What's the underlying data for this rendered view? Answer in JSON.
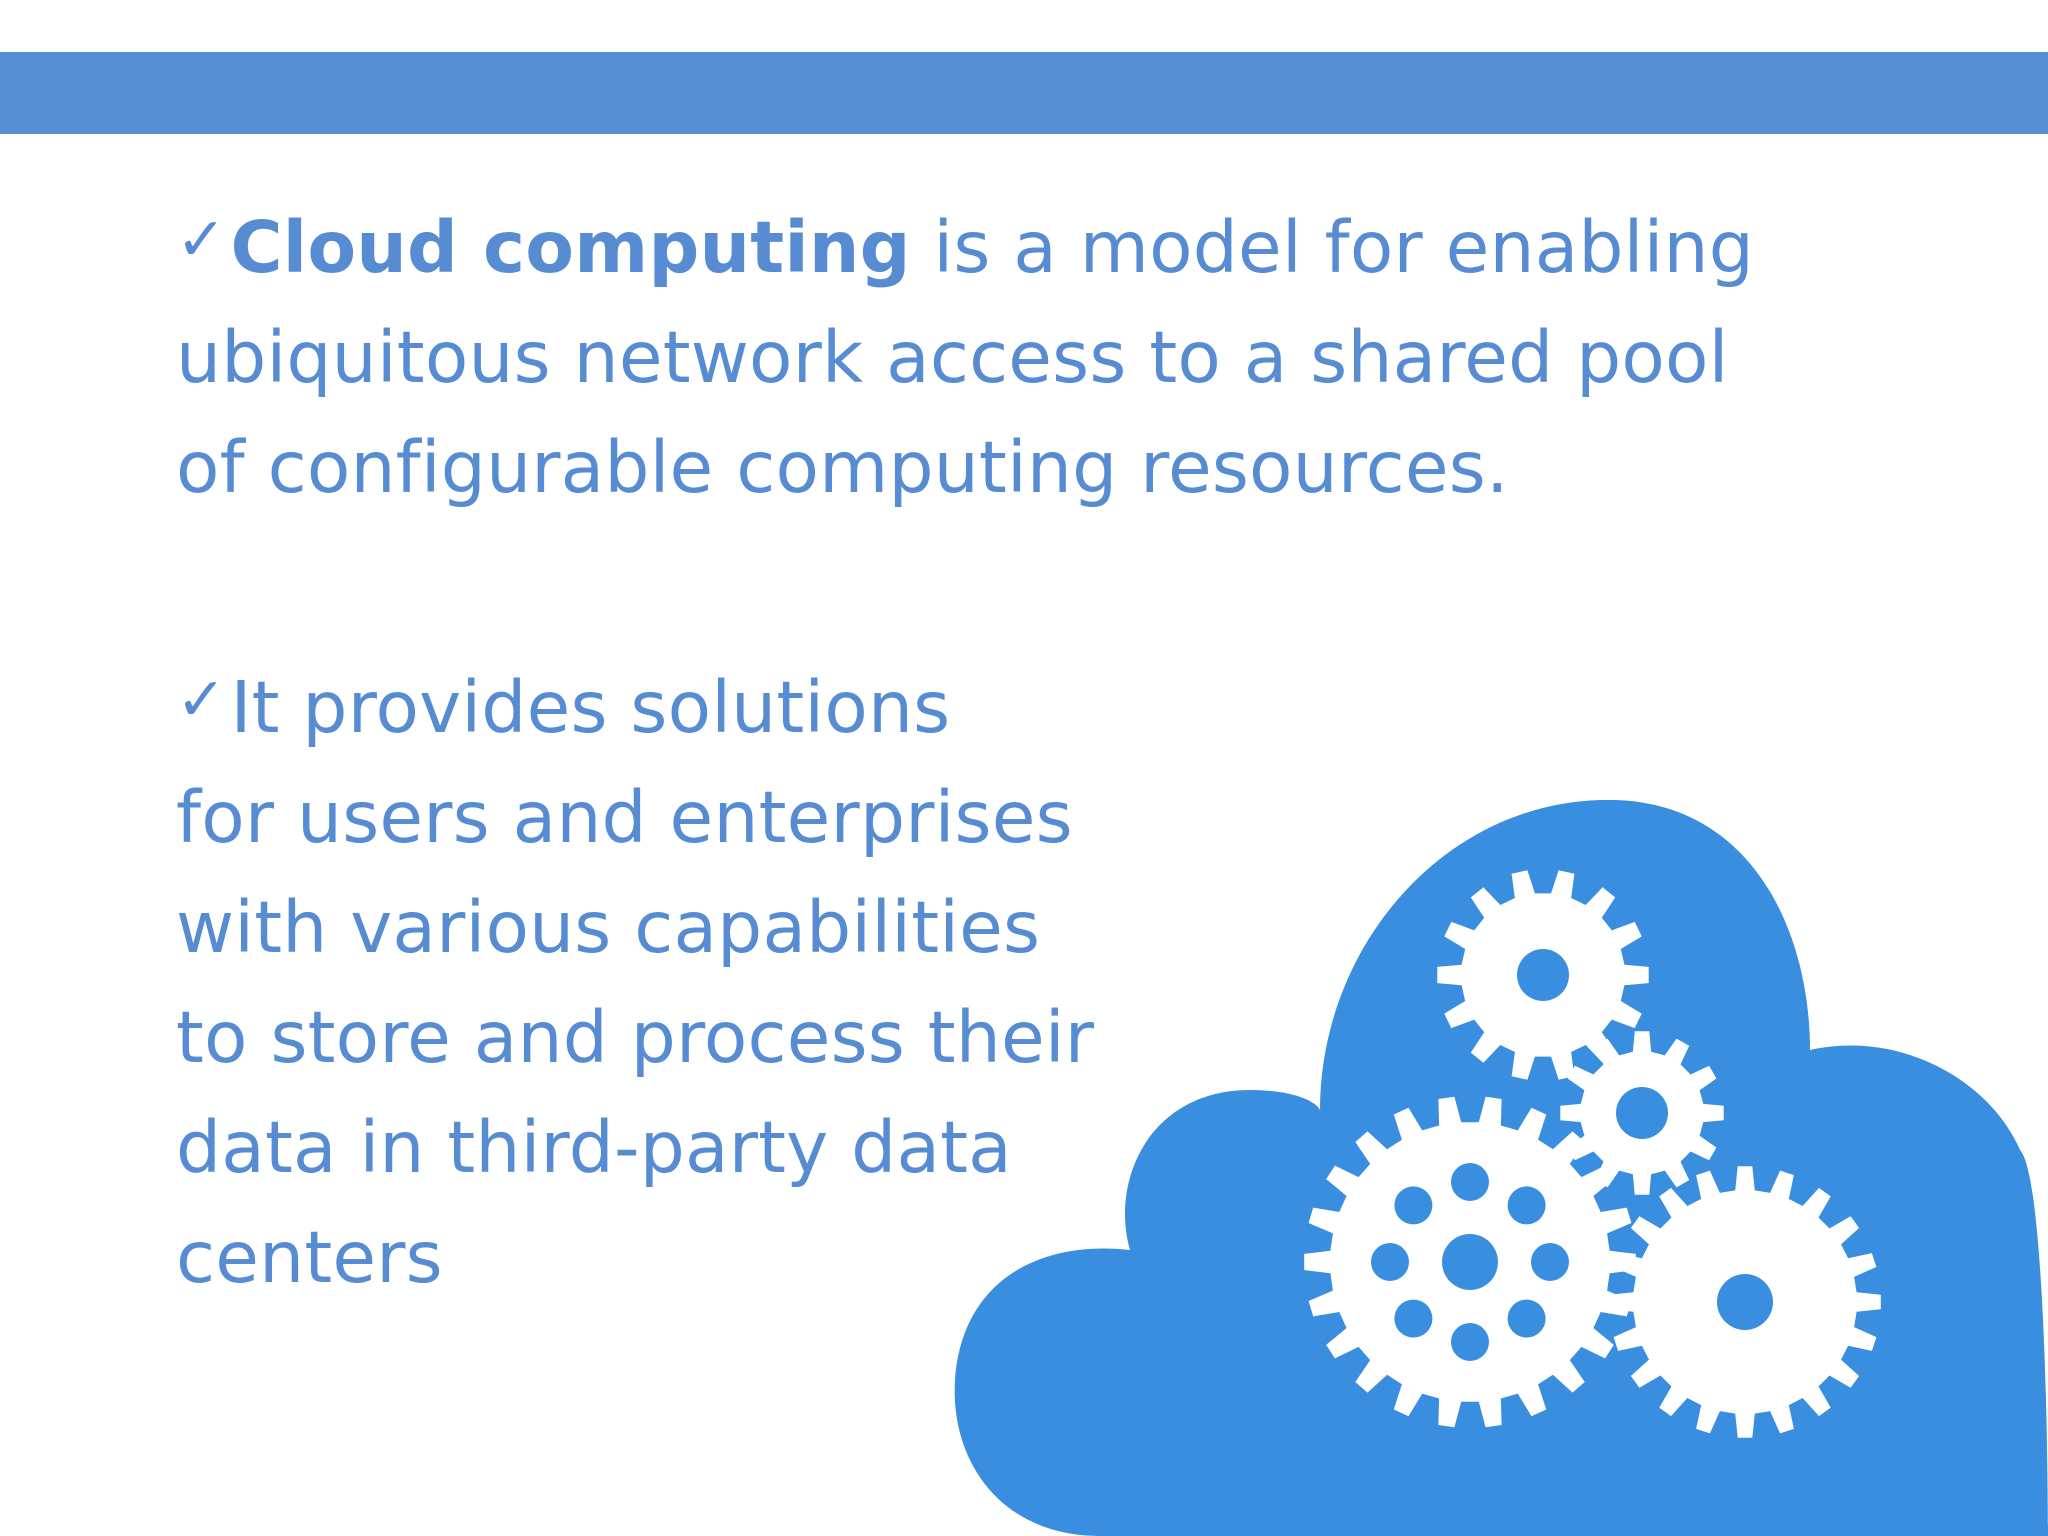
{
  "bullets": [
    {
      "check": "✓",
      "bold": "Cloud computing",
      "line1_rest": " is a model for enabling",
      "line2": "ubiquitous network access to a shared pool",
      "line3": "of configurable computing resources."
    },
    {
      "check": "✓",
      "line1": "It  provides solutions",
      "line2": "for users and enterprises",
      "line3": "with various capabilities",
      "line4": "to store and process their",
      "line5": "data in third-party data",
      "line6": "centers"
    }
  ],
  "illustration": {
    "icon": "cloud-gears-icon",
    "cloud_color": "#3a8ee0",
    "gear_color": "#ffffff"
  },
  "colors": {
    "band": "#568fd3",
    "text": "#588cd2"
  }
}
